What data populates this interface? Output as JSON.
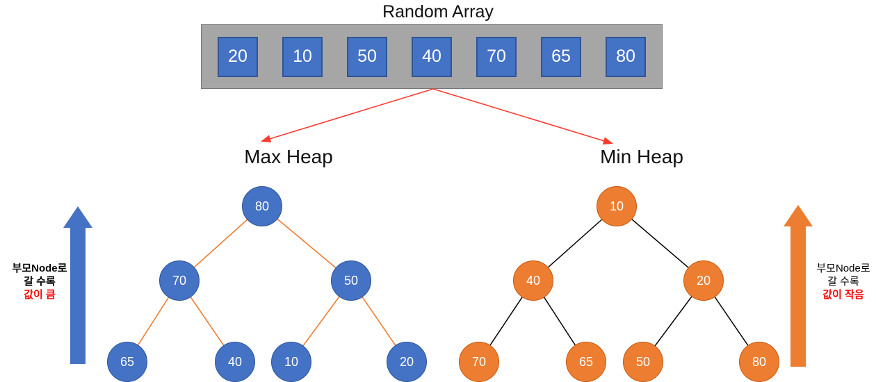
{
  "title": "Random Array",
  "array": {
    "values": [
      20,
      10,
      50,
      40,
      70,
      65,
      80
    ]
  },
  "max_heap": {
    "label": "Max Heap",
    "values": [
      80,
      70,
      50,
      65,
      40,
      10,
      20
    ],
    "edges_by_index": [
      [
        0,
        1
      ],
      [
        0,
        2
      ],
      [
        1,
        3
      ],
      [
        1,
        4
      ],
      [
        2,
        5
      ],
      [
        2,
        6
      ]
    ]
  },
  "min_heap": {
    "label": "Min Heap",
    "values": [
      10,
      40,
      20,
      70,
      65,
      50,
      80
    ],
    "edges_by_index": [
      [
        0,
        1
      ],
      [
        0,
        2
      ],
      [
        1,
        3
      ],
      [
        1,
        4
      ],
      [
        2,
        5
      ],
      [
        2,
        6
      ]
    ]
  },
  "annotations": {
    "left": {
      "line1": "부모Node로",
      "line2": "갈 수록",
      "line3": "값이 큼"
    },
    "right": {
      "line1": "부모Node로",
      "line2": "갈 수록",
      "line3": "값이 작음"
    }
  },
  "colors": {
    "node_blue": "#4472C4",
    "node_blue_border": "#2F5597",
    "node_orange": "#ED7D31",
    "node_orange_border": "#C55A11",
    "array_background": "#A6A6A6",
    "array_border": "#767676",
    "red_connector": "#FF3B30",
    "max_heap_edge": "#ED7D31",
    "min_heap_edge": "#000000",
    "annotation_highlight": "#FF0000",
    "up_arrow_blue": "#4472C4",
    "up_arrow_orange": "#ED7D31"
  }
}
